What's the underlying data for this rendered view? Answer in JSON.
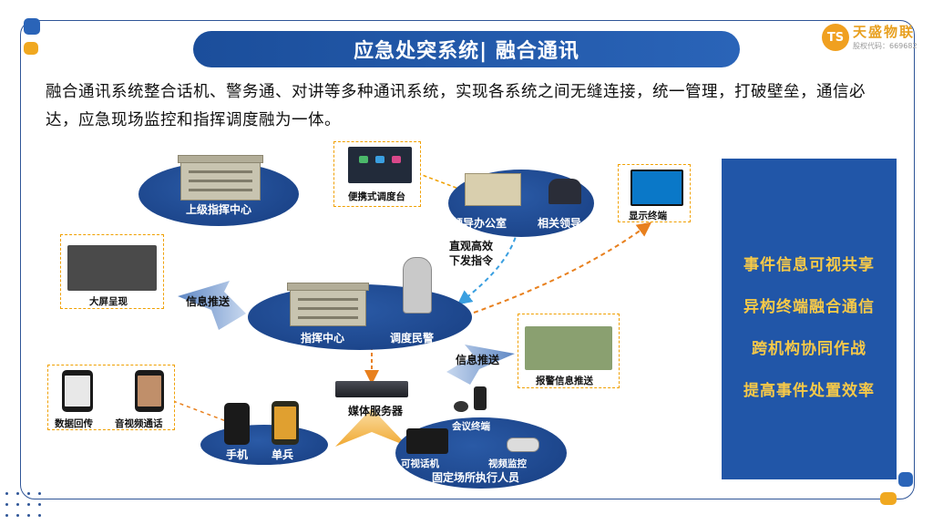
{
  "title": "应急处突系统| 融合通讯",
  "logo": {
    "mark": "TS",
    "name": "天盛物联",
    "code": "股权代码：669682"
  },
  "intro": "融合通讯系统整合话机、警务通、对讲等多种通讯系统，实现各系统之间无缝连接，统一管理，打破壁垒，通信必达，应急现场监控和指挥调度融为一体。",
  "diagram": {
    "upper_center": "上级指挥中心",
    "portable_console": "便携式调度台",
    "leader_office": "领导办公室",
    "related_leader": "相关领导",
    "display_terminal": "显示终端",
    "big_screen": "大屏呈现",
    "info_push_left": "信息推送",
    "direct_command": "直观高效\n下发指令",
    "command_center": "指挥中心",
    "dispatcher": "调度民警",
    "alarm_push": "报警信息推送",
    "info_push_right": "信息推送",
    "data_return": "数据回传",
    "av_call": "音视频通话",
    "media_server": "媒体服务器",
    "mobile": "手机",
    "single_soldier": "单兵",
    "conference_terminal": "会议终端",
    "video_phone": "可视话机",
    "video_monitor": "视频监控",
    "fixed_site": "固定场所执行人员"
  },
  "features": [
    "事件信息可视共享",
    "异构终端融合通信",
    "跨机构协同作战",
    "提高事件处置效率"
  ],
  "colors": {
    "brand_blue": "#1b4e9b",
    "accent_orange": "#f0a000",
    "feature_yellow": "#f7c948",
    "panel_blue": "#2156a8"
  }
}
